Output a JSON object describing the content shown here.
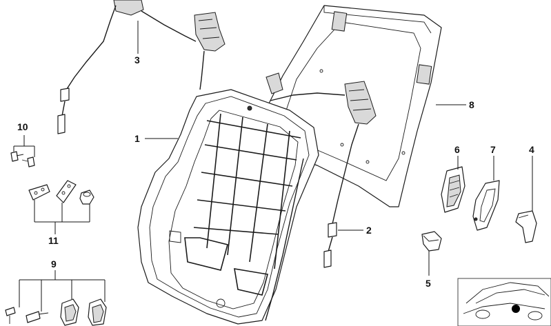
{
  "diagram": {
    "callouts": [
      {
        "id": "1",
        "text": "1"
      },
      {
        "id": "2",
        "text": "2"
      },
      {
        "id": "3",
        "text": "3"
      },
      {
        "id": "4",
        "text": "4"
      },
      {
        "id": "5",
        "text": "5"
      },
      {
        "id": "6",
        "text": "6"
      },
      {
        "id": "7",
        "text": "7"
      },
      {
        "id": "8",
        "text": "8"
      },
      {
        "id": "9",
        "text": "9"
      },
      {
        "id": "10",
        "text": "10"
      },
      {
        "id": "11",
        "text": "11"
      }
    ],
    "colors": {
      "line": "#1a1a1a",
      "background": "#ffffff",
      "shade": "#d9d9d9"
    }
  }
}
